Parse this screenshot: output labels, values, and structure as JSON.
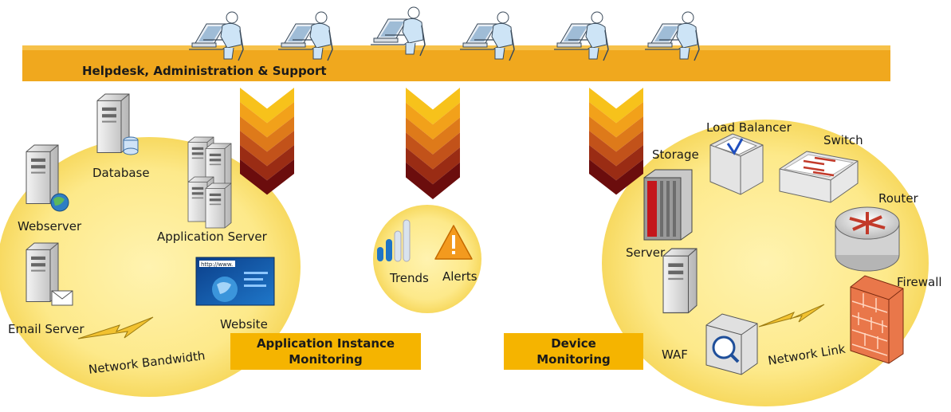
{
  "banner": {
    "title": "Helpdesk, Administration & Support"
  },
  "left_group": {
    "database": "Database",
    "webserver": "Webserver",
    "application_server": "Application Server",
    "email_server": "Email Server",
    "website": "Website",
    "website_screen_text": "http://www.",
    "network_bandwidth": "Network Bandwidth",
    "caption_line1": "Application Instance",
    "caption_line2": "Monitoring"
  },
  "middle_group": {
    "trends": "Trends",
    "alerts": "Alerts"
  },
  "right_group": {
    "storage": "Storage",
    "load_balancer": "Load Balancer",
    "switch": "Switch",
    "router": "Router",
    "server": "Server",
    "firewall": "Firewall",
    "waf": "WAF",
    "network_link": "Network Link",
    "caption_line1": "Device",
    "caption_line2": "Monitoring"
  },
  "colors": {
    "banner": "#f0a81e",
    "circle": "#fde98a",
    "caption_box": "#f5b400",
    "chevron_top": "#f7c21b",
    "chevron_bottom": "#6b0d0d",
    "lightning": "#f2c230"
  }
}
